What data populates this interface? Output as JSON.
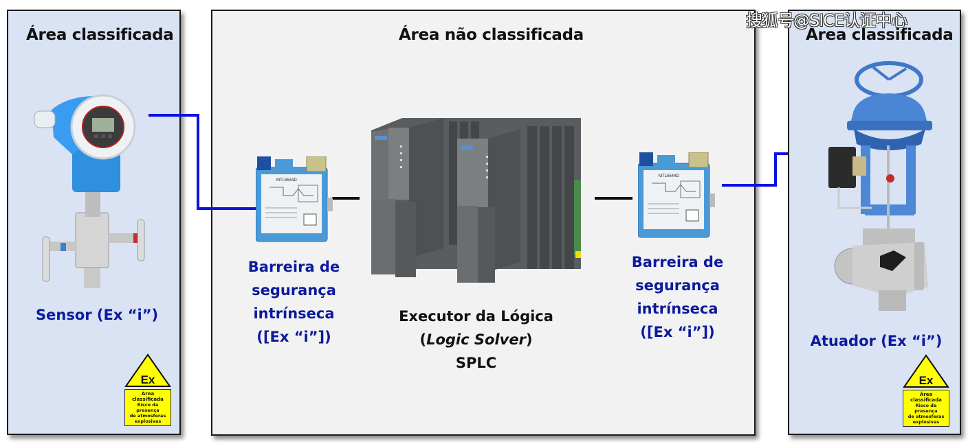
{
  "watermark": "搜狐号@SICE认证中心",
  "left_panel": {
    "title": "Área classificada",
    "device_label": "Sensor (Ex “i”)",
    "device_icon": "pressure-transmitter-icon",
    "ex_sign": {
      "symbol": "Ex",
      "line1": "Área",
      "line2": "classificada",
      "line3": "Risco da presença",
      "line4": "de atmosferas",
      "line5": "explosivas"
    }
  },
  "middle_panel": {
    "title": "Área não classificada",
    "barrier_left": {
      "line1": "Barreira de",
      "line2": "segurança",
      "line3": "intrínseca",
      "line4": "([Ex “i”])",
      "icon": "isolator-barrier-icon"
    },
    "logic_solver": {
      "line1": "Executor da Lógica",
      "line2_open": "(",
      "line2_italic": "Logic Solver",
      "line2_close": ")",
      "line3": "SPLC",
      "icon": "plc-rack-icon"
    },
    "barrier_right": {
      "line1": "Barreira de",
      "line2": "segurança",
      "line3": "intrínseca",
      "line4": "([Ex “i”])",
      "icon": "isolator-barrier-icon"
    }
  },
  "right_panel": {
    "title": "Área classificada",
    "device_label": "Atuador (Ex “i”)",
    "device_icon": "control-valve-actuator-icon",
    "ex_sign": {
      "symbol": "Ex",
      "line1": "Área",
      "line2": "classificada",
      "line3": "Risco da presença",
      "line4": "de atmosferas",
      "line5": "explosivas"
    }
  },
  "colors": {
    "hazard_area": "#d9e3f3",
    "safe_area": "#f2f2f2",
    "wire_blue": "#0a12e0",
    "label_blue": "#0c1a9c",
    "ex_yellow": "#ffff00"
  }
}
